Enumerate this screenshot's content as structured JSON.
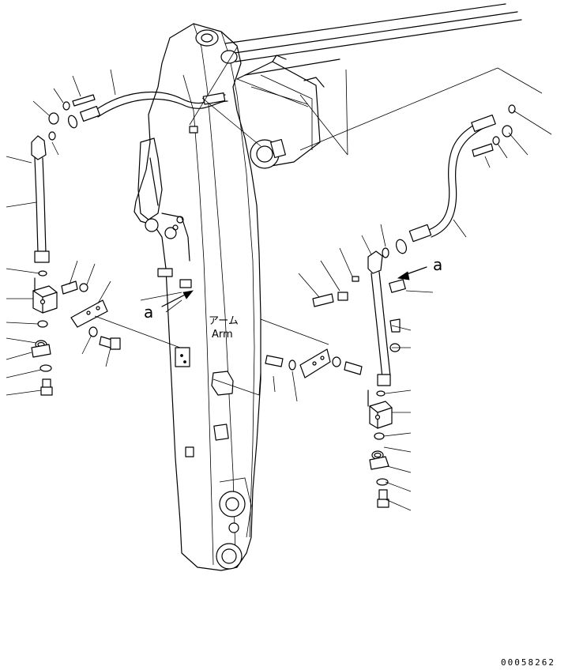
{
  "figure": {
    "arm_label_jp": "アーム",
    "arm_label_en": "Arm",
    "view_marker": "a",
    "drawing_number": "00058262"
  }
}
